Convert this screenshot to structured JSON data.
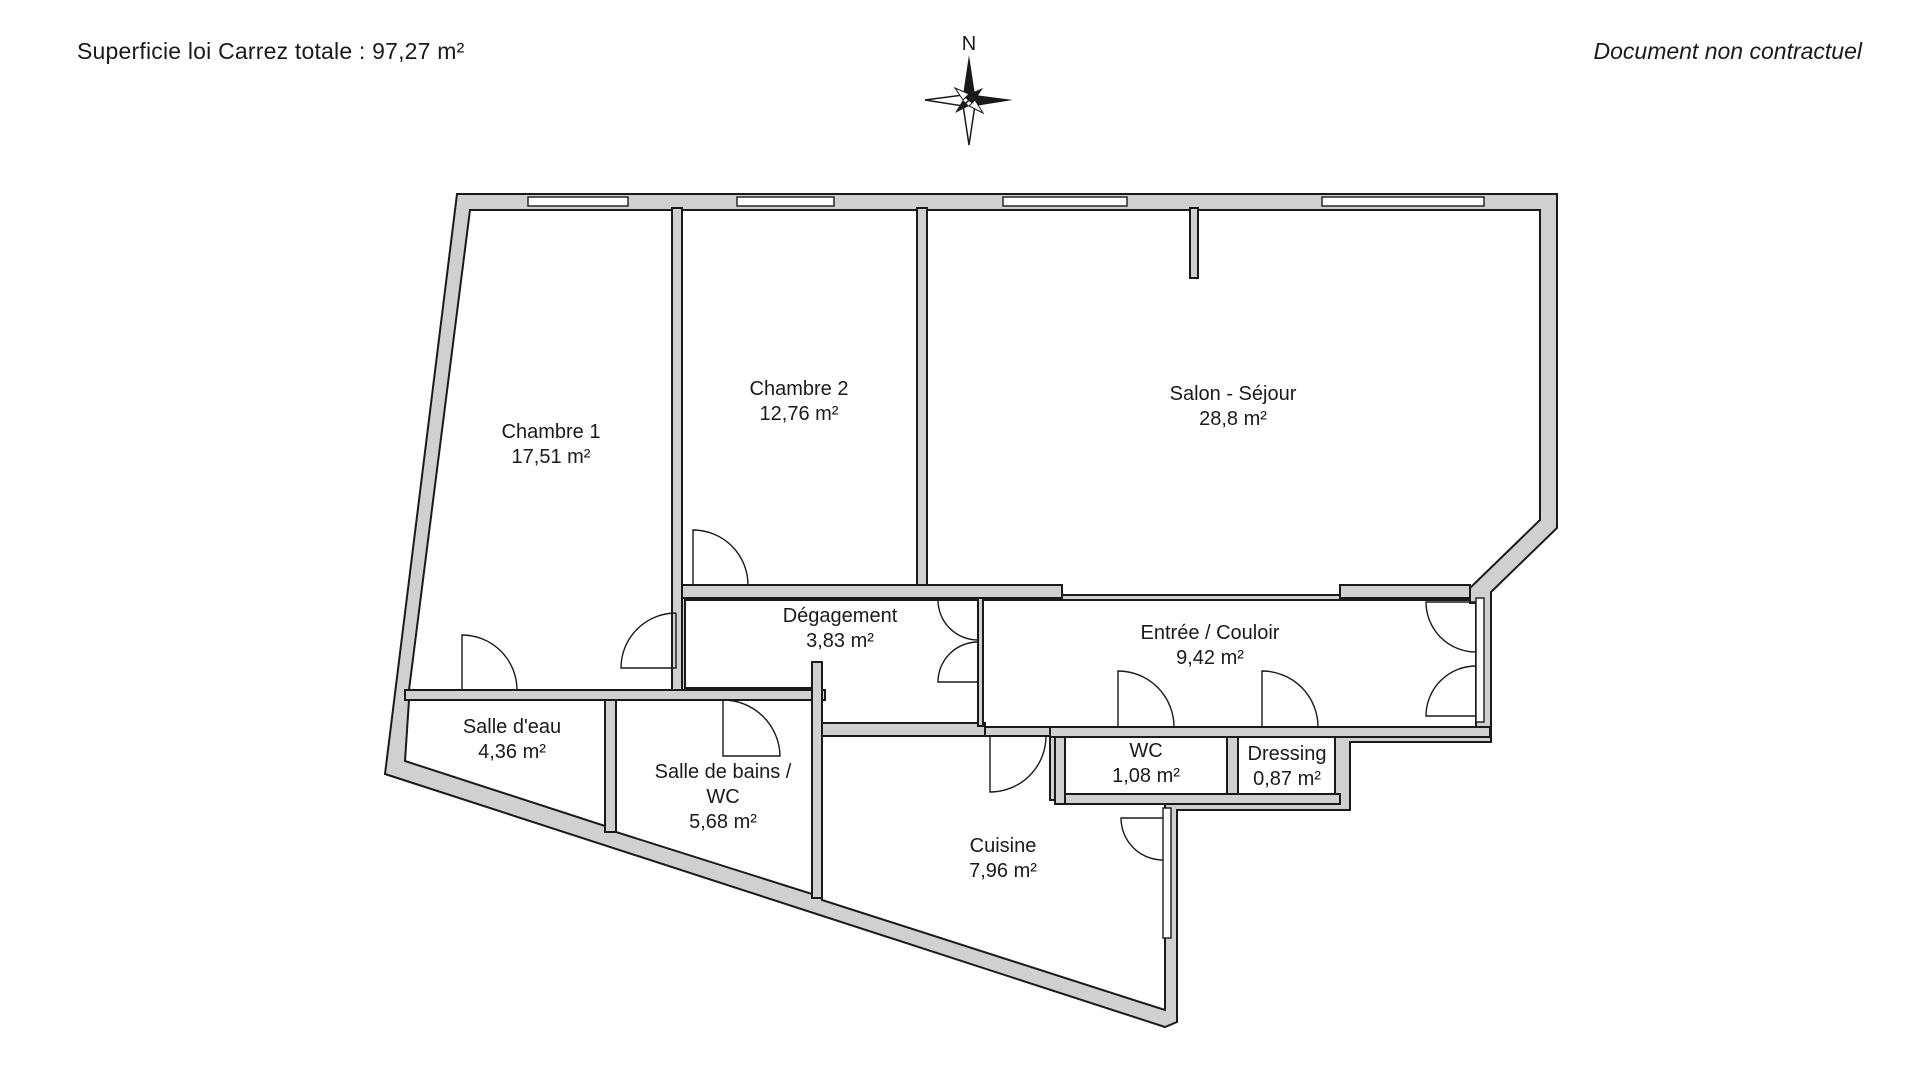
{
  "header": {
    "area_label": "Superficie loi Carrez totale :",
    "area_value": "97,27 m²",
    "disclaimer": "Document non contractuel"
  },
  "compass": {
    "north_letter": "N"
  },
  "rooms": [
    {
      "name": "Chambre 1",
      "area": "17,51 m²"
    },
    {
      "name": "Chambre 2",
      "area": "12,76 m²"
    },
    {
      "name": "Salon - Séjour",
      "area": "28,8 m²"
    },
    {
      "name": "Dégagement",
      "area": "3,83 m²"
    },
    {
      "name": "Entrée / Couloir",
      "area": "9,42 m²"
    },
    {
      "name": "Salle d'eau",
      "area": "4,36 m²"
    },
    {
      "name_line1": "Salle de bains /",
      "name_line2": "WC",
      "area": "5,68 m²"
    },
    {
      "name": "Cuisine",
      "area": "7,96 m²"
    },
    {
      "name": "WC",
      "area": "1,08 m²"
    },
    {
      "name": "Dressing",
      "area": "0,87 m²"
    }
  ]
}
